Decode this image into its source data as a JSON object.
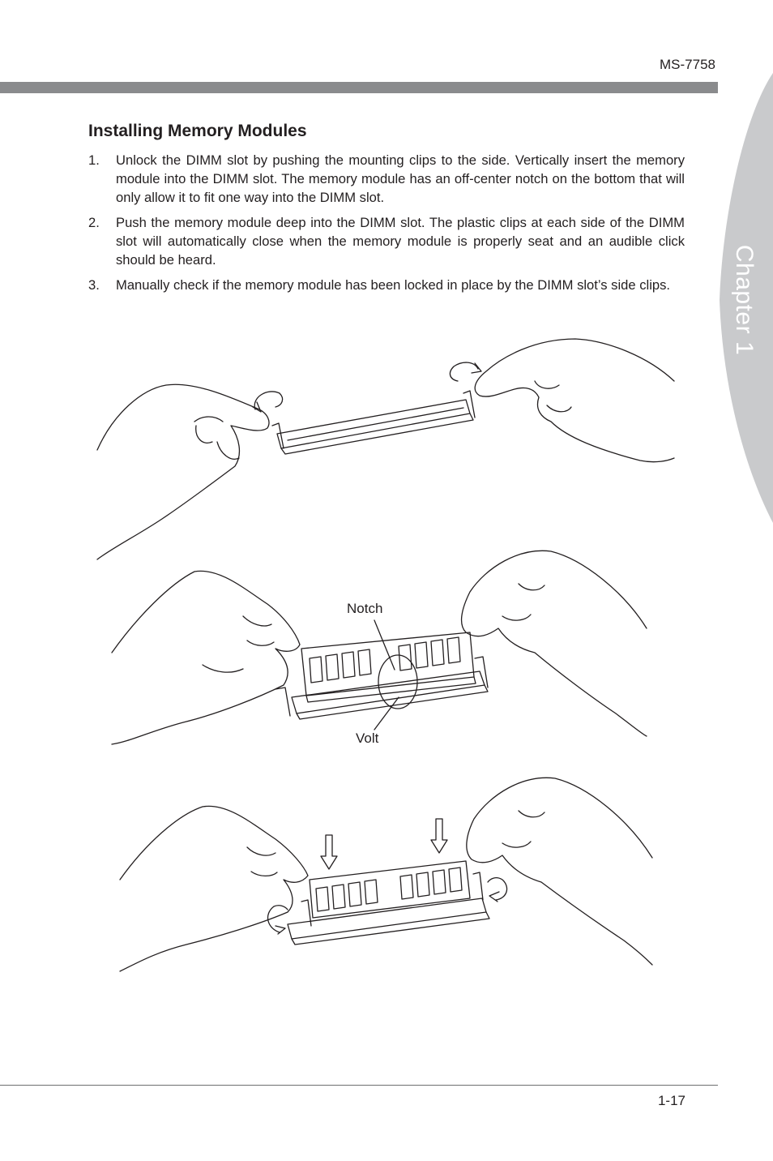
{
  "header": {
    "model": "MS-7758"
  },
  "side_tab": {
    "label": "Chapter 1"
  },
  "section": {
    "title": "Installing Memory Modules",
    "steps": [
      {
        "num": "1.",
        "text": "Unlock the DIMM slot by pushing the mounting clips to the side. Vertically insert the memory module into the DIMM slot. The memory module has an off-center notch on the bottom that will only allow it to fit one way into the DIMM slot."
      },
      {
        "num": "2.",
        "text": "Push the memory module deep into the DIMM slot. The plastic clips at each side of the DIMM slot will automatically close when the memory module is properly seat and an audible click should be heard."
      },
      {
        "num": "3.",
        "text": "Manually check if the memory module has been locked in place by the DIMM slot’s side clips."
      }
    ]
  },
  "figure": {
    "notch_label": "Notch",
    "volt_label": "Volt"
  },
  "footer": {
    "page_number": "1-17"
  },
  "colors": {
    "bar": "#8a8b8d",
    "tab": "#c9cacc",
    "text": "#231f20"
  }
}
